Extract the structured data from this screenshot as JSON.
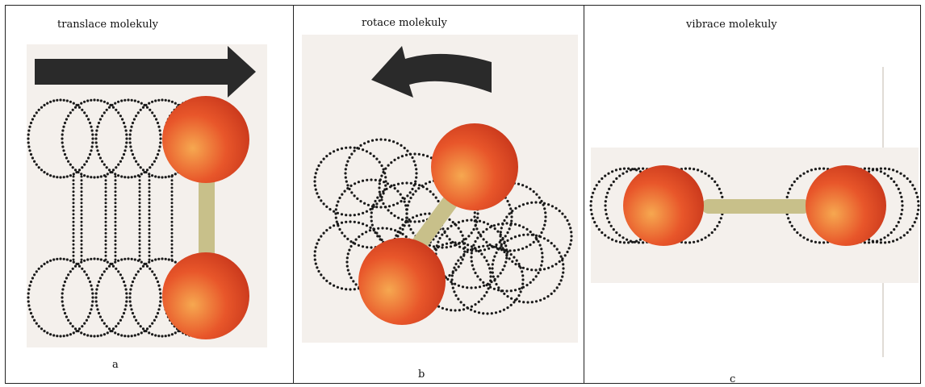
{
  "panels": [
    {
      "title": "translace molekuly",
      "letter": "a",
      "motion": "translation"
    },
    {
      "title": "rotace molekuly",
      "letter": "b",
      "motion": "rotation"
    },
    {
      "title": "vibrace molekuly",
      "letter": "c",
      "motion": "vibration"
    }
  ],
  "colors": {
    "atom": "#e8562a",
    "atom_highlight": "#f6a850",
    "bond": "#c8c08a",
    "arrow": "#2a2a2a",
    "dots": "#1a1a1a",
    "backdrop": "#f4f0ec"
  }
}
